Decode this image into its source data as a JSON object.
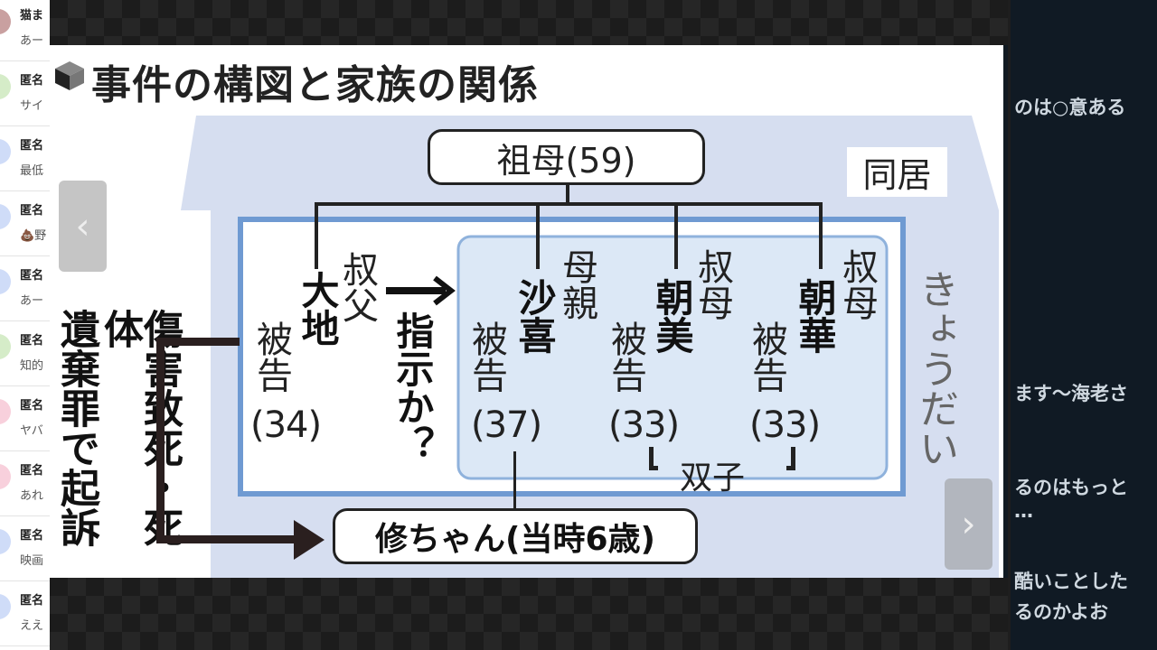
{
  "sidebar": {
    "comments": [
      {
        "name": "猫ま",
        "text": "あー",
        "avatar_color": "#c9a0a0"
      },
      {
        "name": "匿名",
        "text": "サイ",
        "avatar_color": "#d5ecc8"
      },
      {
        "name": "匿名",
        "text": "最低",
        "avatar_color": "#cfdcf8"
      },
      {
        "name": "匿名",
        "text": "💩野",
        "avatar_color": "#cfdcf8"
      },
      {
        "name": "匿名",
        "text": "あー",
        "avatar_color": "#cfdcf8"
      },
      {
        "name": "匿名",
        "text": "知的",
        "avatar_color": "#d5ecc8"
      },
      {
        "name": "匿名",
        "text": "ヤバ",
        "avatar_color": "#f8d0dc"
      },
      {
        "name": "匿名",
        "text": "あれ",
        "avatar_color": "#f8d0dc"
      },
      {
        "name": "匿名",
        "text": "映画",
        "avatar_color": "#cfdcf8"
      },
      {
        "name": "匿名",
        "text": "ええ",
        "avatar_color": "#cfdcf8"
      }
    ]
  },
  "overlay_comments": [
    "のは○意ある",
    "ます～海老さ",
    "るのはもっと",
    "…",
    "酷いことした",
    "るのかよお"
  ],
  "viewer": {
    "prev_icon": "‹",
    "next_icon": "›"
  },
  "diagram": {
    "title": "事件の構図と家族の関係",
    "grandmother": "祖母(59)",
    "cohabit": "同居",
    "daichi": {
      "role": "叔父",
      "name": "大地",
      "label": "被告",
      "age": "(34)"
    },
    "instruction": "指示か？",
    "saki": {
      "role": "母親",
      "name": "沙喜",
      "label": "被告",
      "age": "(37)"
    },
    "asami": {
      "role": "叔母",
      "name": "朝美",
      "label": "被告",
      "age": "(33)"
    },
    "asaka": {
      "role": "叔母",
      "name": "朝華",
      "label": "被告",
      "age": "(33)"
    },
    "twins": "双子",
    "siblings": "きょうだい",
    "charge1": "傷害致死・死体",
    "charge2": "遺棄罪で起訴",
    "victim": "修ちゃん(当時6歳)"
  },
  "colors": {
    "house": "#d6def0",
    "inner_border": "#6f9ad2",
    "inner_box": "#dce8f6"
  }
}
